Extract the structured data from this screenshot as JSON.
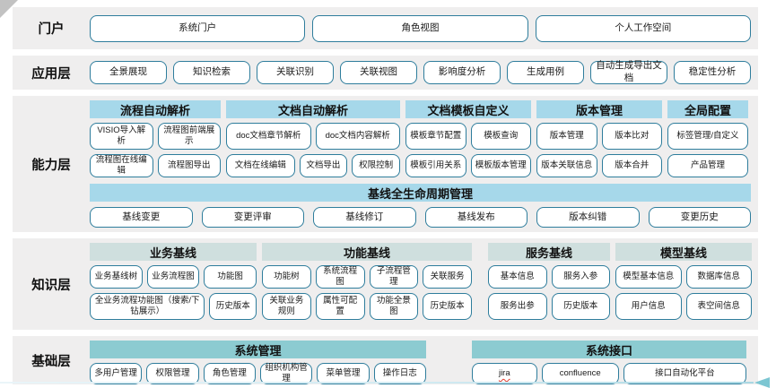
{
  "portal": {
    "label": "门户",
    "buttons": [
      "系统门户",
      "角色视图",
      "个人工作空间"
    ]
  },
  "application": {
    "label": "应用层",
    "buttons": [
      "全景展现",
      "知识检索",
      "关联识别",
      "关联视图",
      "影响度分析",
      "生成用例",
      "自动生成导出文档",
      "稳定性分析"
    ]
  },
  "capability": {
    "label": "能力层",
    "groups": [
      {
        "header": "流程自动解析",
        "rows": [
          [
            "VISIO导入解析",
            "流程图前端展示"
          ],
          [
            "流程图在线编辑",
            "流程图导出"
          ]
        ]
      },
      {
        "header": "文档自动解析",
        "rows": [
          [
            "doc文档章节解析",
            "doc文档内容解析"
          ],
          [
            "文档在线编辑",
            "文档导出",
            "权限控制"
          ]
        ]
      },
      {
        "header": "文档模板自定义",
        "rows": [
          [
            "模板章节配置",
            "模板查询"
          ],
          [
            "模板引用关系",
            "模板版本管理"
          ]
        ]
      },
      {
        "header": "版本管理",
        "rows": [
          [
            "版本管理",
            "版本比对"
          ],
          [
            "版本关联信息",
            "版本合并"
          ]
        ]
      },
      {
        "header": "全局配置",
        "rows": [
          [
            "标签管理/自定义"
          ],
          [
            "产品管理"
          ]
        ]
      }
    ],
    "baseline": {
      "header": "基线全生命周期管理",
      "buttons": [
        "基线变更",
        "变更评审",
        "基线修订",
        "基线发布",
        "版本纠错",
        "变更历史"
      ]
    }
  },
  "knowledge": {
    "label": "知识层",
    "groups": [
      {
        "header": "业务基线",
        "rows": [
          [
            "业务基线树",
            "业务流程图",
            "功能图"
          ],
          [
            "全业务流程功能图（搜索/下钻展示）",
            "历史版本"
          ]
        ]
      },
      {
        "header": "功能基线",
        "rows": [
          [
            "功能树",
            "系统流程图",
            "子流程管理",
            "关联服务"
          ],
          [
            "关联业务规则",
            "属性可配置",
            "功能全景图",
            "历史版本"
          ]
        ]
      },
      {
        "header": "服务基线",
        "rows": [
          [
            "基本信息",
            "服务入参"
          ],
          [
            "服务出参",
            "历史版本"
          ]
        ]
      },
      {
        "header": "模型基线",
        "rows": [
          [
            "模型基本信息",
            "数据库信息"
          ],
          [
            "用户信息",
            "表空间信息"
          ]
        ]
      }
    ]
  },
  "foundation": {
    "label": "基础层",
    "groups": [
      {
        "header": "系统管理",
        "rows": [
          [
            "多用户管理",
            "权限管理",
            "角色管理",
            "组织机构管理",
            "菜单管理",
            "操作日志"
          ]
        ]
      },
      {
        "header": "系统接口",
        "rows": [
          [
            "jira",
            "confluence",
            "接口自动化平台"
          ]
        ]
      }
    ]
  },
  "decor": {
    "misspelled_word": "jira"
  },
  "colors": {
    "capability_header": "#a6d8ea",
    "knowledge_header": "#cfdfde",
    "foundation_header": "#8ccbd1",
    "button_border": "#2e7d9c",
    "band_background": "#efeeee"
  }
}
